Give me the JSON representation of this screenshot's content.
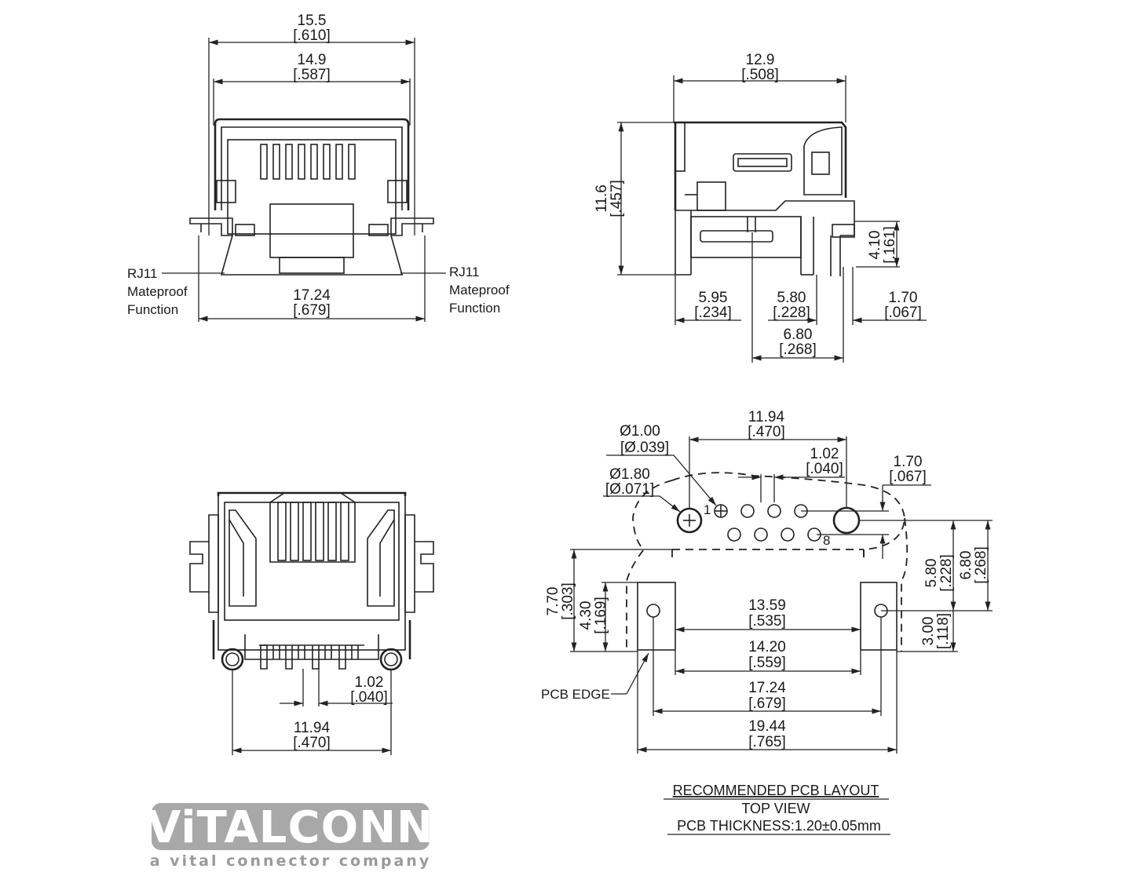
{
  "front_view": {
    "dim_top_1": "15.5",
    "dim_top_1_in": "[.610]",
    "dim_top_2": "14.9",
    "dim_top_2_in": "[.587]",
    "dim_bottom": "17.24",
    "dim_bottom_in": "[.679]",
    "left_note": [
      "RJ11",
      "Mateproof",
      "Function"
    ],
    "right_note": [
      "RJ11",
      "Mateproof",
      "Function"
    ]
  },
  "side_view": {
    "dim_width": "12.9",
    "dim_width_in": "[.508]",
    "dim_height": "11.6",
    "dim_height_in": "[.457]",
    "dim_pin": "4.10",
    "dim_pin_in": "[.161]",
    "dim_a": "5.95",
    "dim_a_in": "[.234]",
    "dim_b": "5.80",
    "dim_b_in": "[.228]",
    "dim_c": "1.70",
    "dim_c_in": "[.067]",
    "dim_d": "6.80",
    "dim_d_in": "[.268]"
  },
  "bottom_view": {
    "dim_pitch": "1.02",
    "dim_pitch_in": "[.040]",
    "dim_span": "11.94",
    "dim_span_in": "[.470]"
  },
  "pcb_layout": {
    "dim_span": "11.94",
    "dim_span_in": "[.470]",
    "hole_small": "Ø1.00",
    "hole_small_in": "[Ø.039]",
    "hole_large": "Ø1.80",
    "hole_large_in": "[Ø.071]",
    "dim_pitch": "1.02",
    "dim_pitch_in": "[.040]",
    "dim_row": "1.70",
    "dim_row_in": "[.067]",
    "pin_1": "1",
    "pin_8": "8",
    "dim_left_outer": "7.70",
    "dim_left_outer_in": "[.303]",
    "dim_left_inner": "4.30",
    "dim_left_inner_in": "[.169]",
    "dim_right_a": "5.80",
    "dim_right_a_in": "[.228]",
    "dim_right_b": "6.80",
    "dim_right_b_in": "[.268]",
    "dim_right_c": "3.00",
    "dim_right_c_in": "[.118]",
    "dim_h1": "13.59",
    "dim_h1_in": "[.535]",
    "dim_h2": "14.20",
    "dim_h2_in": "[.559]",
    "dim_h3": "17.24",
    "dim_h3_in": "[.679]",
    "dim_h4": "19.44",
    "dim_h4_in": "[.765]",
    "edge_label": "PCB EDGE",
    "title": "RECOMMENDED  PCB  LAYOUT",
    "subtitle": "TOP  VIEW",
    "thickness": "PCB THICKNESS:1.20±0.05mm"
  },
  "logo": {
    "brand": "ViTALCONN",
    "tagline": "a vital connector company",
    "color": "#a8a8a8"
  }
}
